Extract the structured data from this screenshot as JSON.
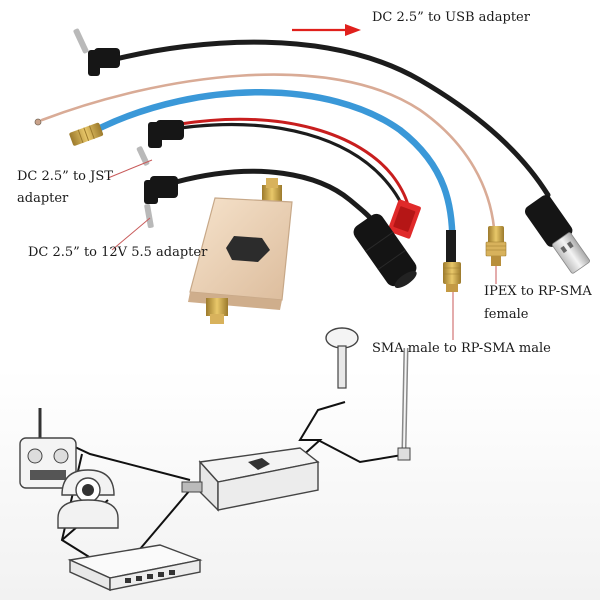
{
  "labels": {
    "usb": "DC 2.5” to USB adapter",
    "jst_line1": "DC 2.5” to JST",
    "jst_line2": "adapter",
    "dc12v": "DC 2.5” to 12V 5.5 adapter",
    "ipex_line1": "IPEX to RP-SMA",
    "ipex_line2": "female",
    "sma": "SMA male to RP-SMA male"
  },
  "colors": {
    "arrow": "#e0201c",
    "cable_black": "#1c1c1c",
    "cable_blue": "#3a98d8",
    "cable_pink": "#d9ab96",
    "cable_red": "#c81e1e",
    "amp_body": "#ecd2b4",
    "brass": "#c8a048"
  }
}
